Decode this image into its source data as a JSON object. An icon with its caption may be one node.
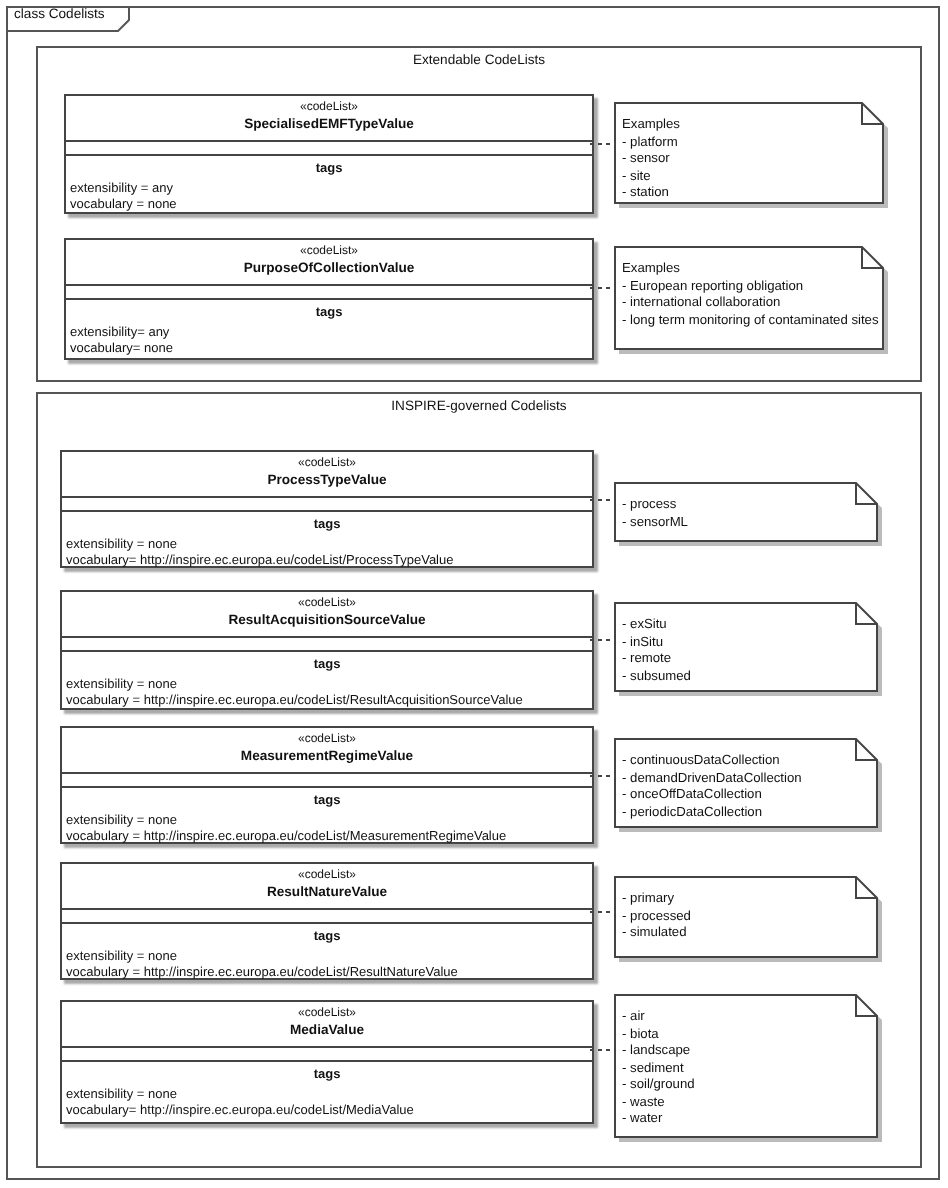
{
  "diagram": {
    "nodes": [
      {
        "text": [
          "class Codelists"
        ]
      },
      {
        "text": [
          "Extendable CodeLists"
        ],
        "in": 0
      },
      {
        "text": [
          "«codeList»",
          "SpecialisedEMFTypeValue",
          "tags",
          "extensibility = any",
          "vocabulary = none"
        ],
        "in": 1
      },
      {
        "text": [
          "Examples",
          "- platform",
          "- sensor",
          "- site",
          "- station"
        ],
        "in": 1
      },
      {
        "text": [
          "«codeList»",
          "PurposeOfCollectionValue",
          "tags",
          "extensibility= any",
          "vocabulary= none"
        ],
        "in": 1
      },
      {
        "text": [
          "Examples",
          "- European reporting obligation",
          "- international collaboration",
          "- long term monitoring of contaminated sites"
        ],
        "in": 1
      },
      {
        "text": [
          "INSPIRE-governed Codelists"
        ],
        "in": 0
      },
      {
        "text": [
          "«codeList»",
          "ProcessTypeValue",
          "tags",
          "extensibility = none",
          "vocabulary= http://inspire.ec.europa.eu/codeList/ProcessTypeValue"
        ],
        "in": 6
      },
      {
        "text": [
          "- process",
          "- sensorML"
        ],
        "in": 6
      },
      {
        "text": [
          "«codeList»",
          "ResultAcquisitionSourceValue",
          "tags",
          "extensibility = none",
          "vocabulary = http://inspire.ec.europa.eu/codeList/ResultAcquisitionSourceValue"
        ],
        "in": 6
      },
      {
        "text": [
          "- exSitu",
          "- inSitu",
          "- remote",
          "- subsumed"
        ],
        "in": 6
      },
      {
        "text": [
          "«codeList»",
          "MeasurementRegimeValue",
          "tags",
          "extensibility = none",
          "vocabulary = http://inspire.ec.europa.eu/codeList/MeasurementRegimeValue"
        ],
        "in": 6
      },
      {
        "text": [
          "- continuousDataCollection",
          "- demandDrivenDataCollection",
          "- onceOffDataCollection",
          "- periodicDataCollection"
        ],
        "in": 6
      },
      {
        "text": [
          "«codeList»",
          "ResultNatureValue",
          "tags",
          "extensibility = none",
          "vocabulary = http://inspire.ec.europa.eu/codeList/ResultNatureValue"
        ],
        "in": 6
      },
      {
        "text": [
          "- primary",
          "- processed",
          "- simulated"
        ],
        "in": 6
      },
      {
        "text": [
          "«codeList»",
          "MediaValue",
          "tags",
          "extensibility = none",
          "vocabulary= http://inspire.ec.europa.eu/codeList/MediaValue"
        ],
        "in": 6
      },
      {
        "text": [
          "- air",
          "- biota",
          "- landscape",
          "- sediment",
          "- soil/ground",
          "- waste",
          "- water"
        ],
        "in": 6
      }
    ],
    "edges": [
      {
        "from": 2,
        "to": 3,
        "arrow": "none",
        "style": "dashed"
      },
      {
        "from": 4,
        "to": 5,
        "arrow": "none",
        "style": "dashed"
      },
      {
        "from": 7,
        "to": 8,
        "arrow": "none",
        "style": "dashed"
      },
      {
        "from": 9,
        "to": 10,
        "arrow": "none",
        "style": "dashed"
      },
      {
        "from": 11,
        "to": 12,
        "arrow": "none",
        "style": "dashed"
      },
      {
        "from": 13,
        "to": 14,
        "arrow": "none",
        "style": "dashed"
      },
      {
        "from": 15,
        "to": 16,
        "arrow": "none",
        "style": "dashed"
      }
    ]
  }
}
